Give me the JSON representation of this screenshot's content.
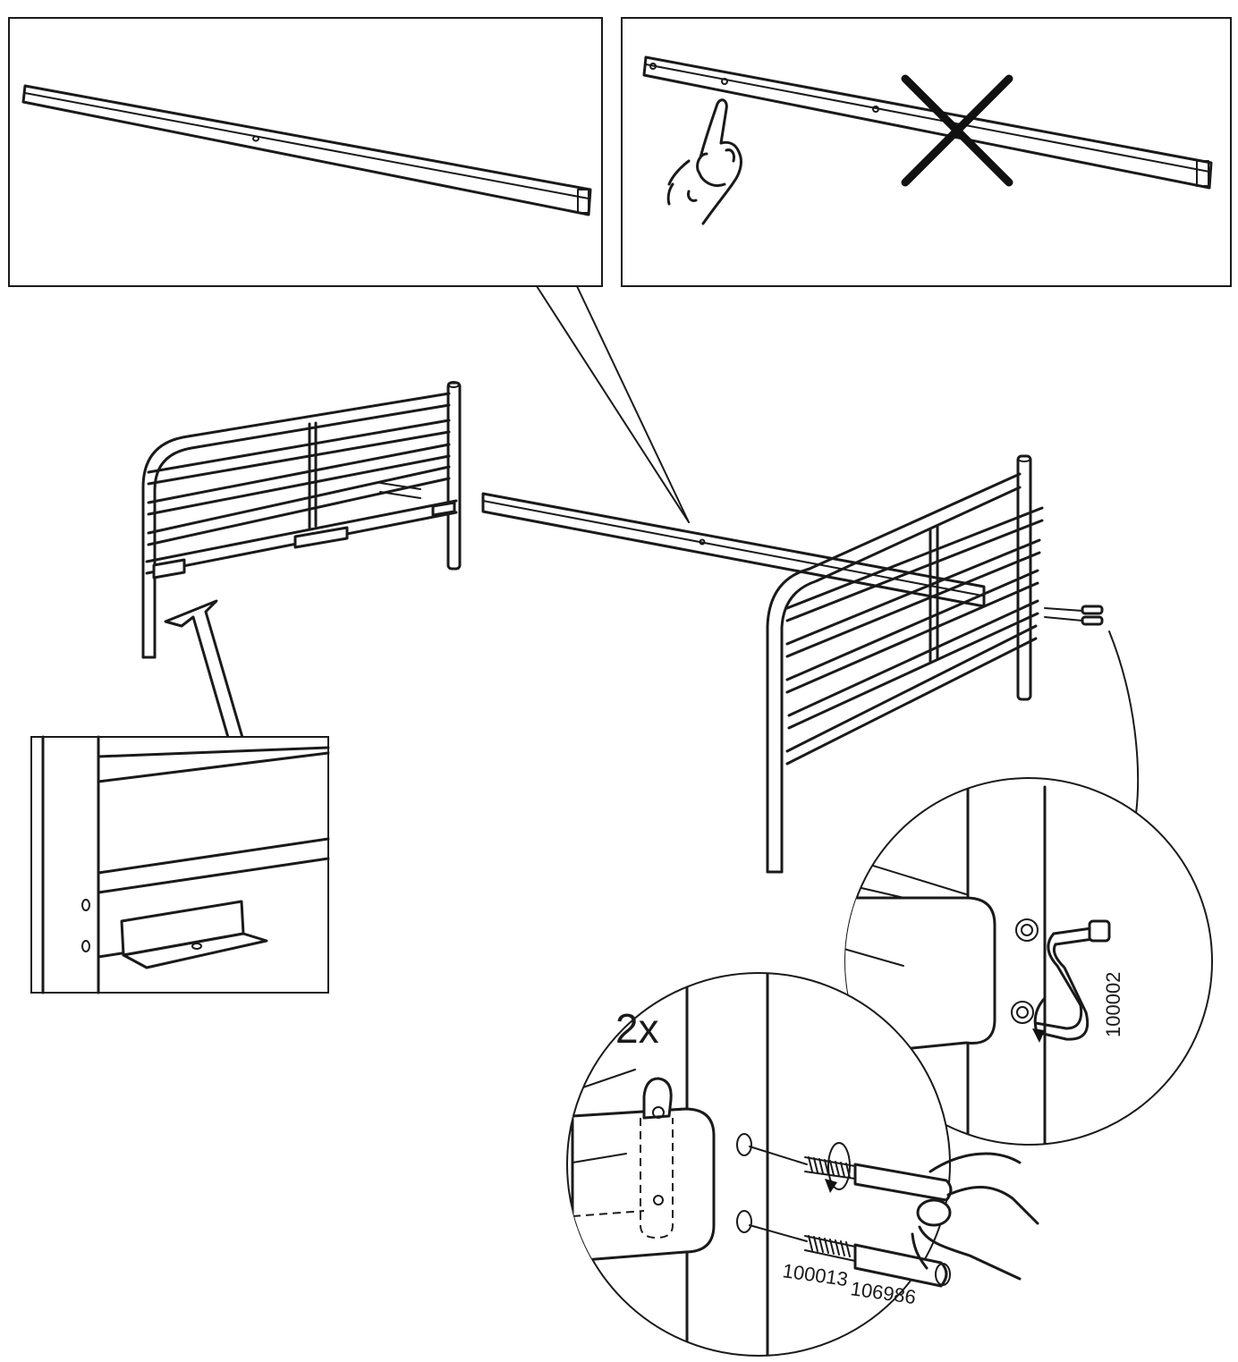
{
  "quantity_label": "2x",
  "part_numbers": {
    "allen_key": "100002",
    "bolt": "100013",
    "barrel_nut": "106986"
  },
  "icons": {
    "warning": "pointing-hand-icon",
    "wrong": "cross-icon",
    "direction": "arrow-up-icon",
    "rotate": "rotate-arrow-icon"
  }
}
